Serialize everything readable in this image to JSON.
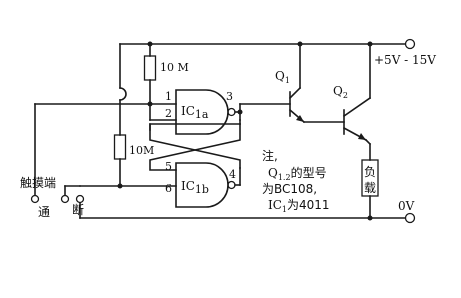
{
  "resistors": {
    "r1": "10 M",
    "r2": "10M"
  },
  "gates": {
    "a": {
      "name": "IC",
      "sub": "1a",
      "pin_in_top": "1",
      "pin_in_bot": "2",
      "pin_out": "3"
    },
    "b": {
      "name": "IC",
      "sub": "1b",
      "pin_in_top": "5",
      "pin_in_bot": "6",
      "pin_out": "4"
    }
  },
  "transistors": {
    "q1": "Q",
    "q1_sub": "1",
    "q2": "Q",
    "q2_sub": "2"
  },
  "supply": {
    "vplus": "+5V - 15V",
    "zero": "0V"
  },
  "load": {
    "label_top": "负",
    "label_bot": "载"
  },
  "touch": {
    "title": "触摸端",
    "on": "通",
    "off": "断"
  },
  "note": {
    "line1_prefix": "注,",
    "line2_q": "Q",
    "line2_sub": "1.2",
    "line2_rest": "的型号",
    "line3": "为BC108,",
    "line4_ic": "IC",
    "line4_sub": "1",
    "line4_rest": "为4011"
  }
}
